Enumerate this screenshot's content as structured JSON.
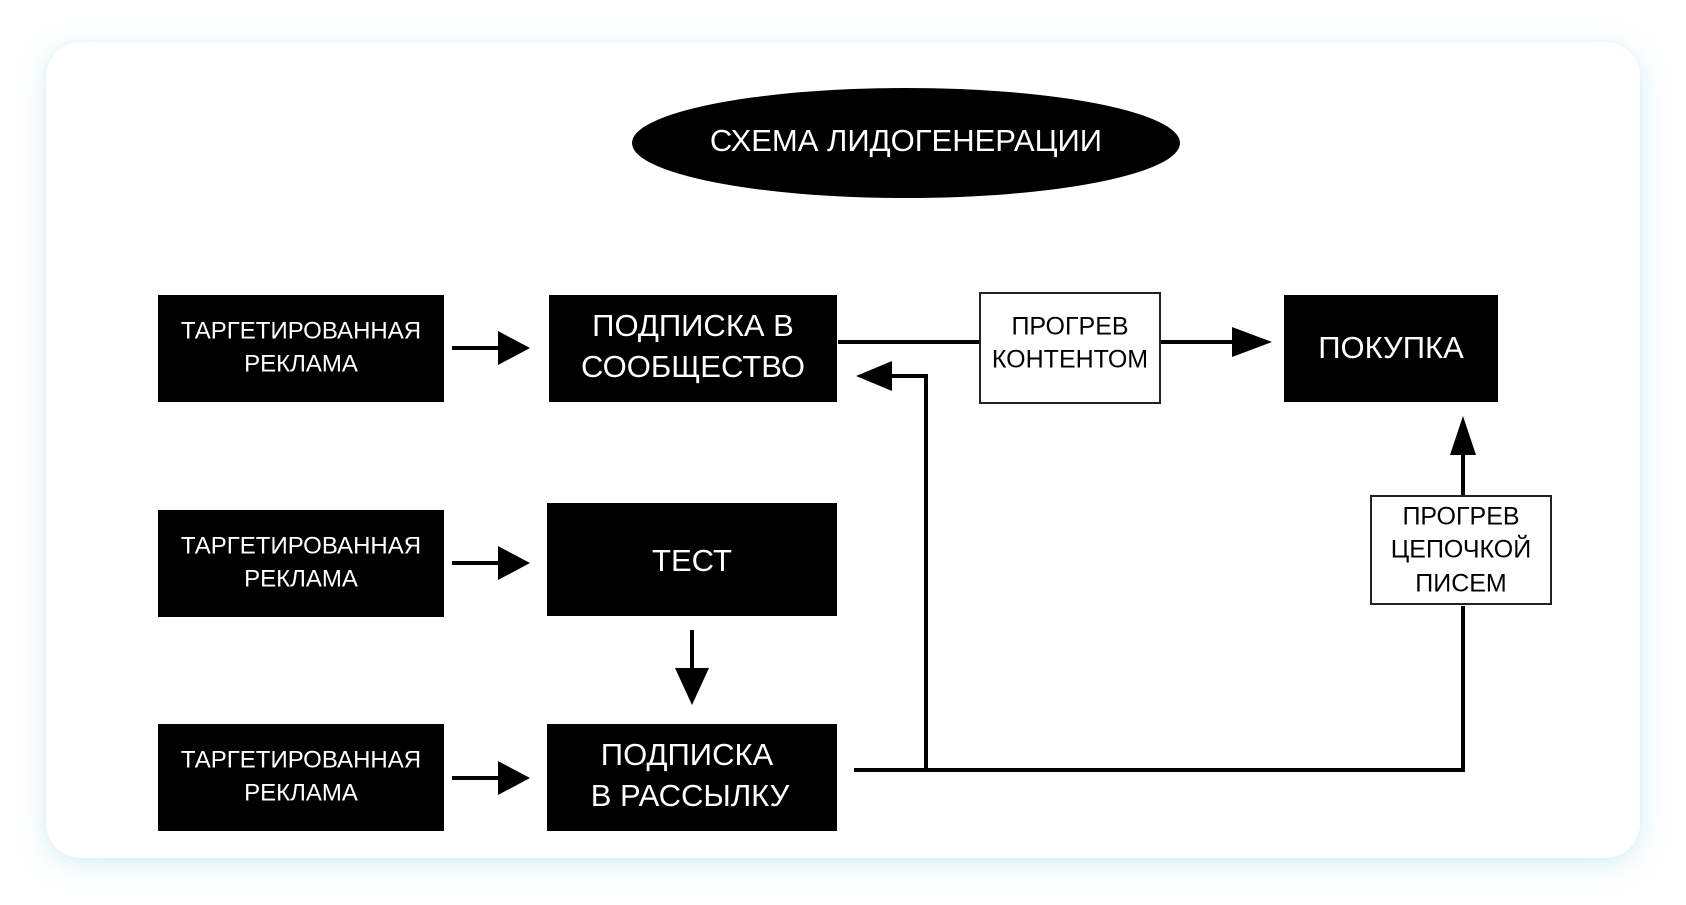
{
  "title": "СХЕМА ЛИДОГЕНЕРАЦИИ",
  "nodes": {
    "ad1": [
      "ТАРГЕТИРОВАННАЯ",
      "РЕКЛАМА"
    ],
    "ad2": [
      "ТАРГЕТИРОВАННАЯ",
      "РЕКЛАМА"
    ],
    "ad3": [
      "ТАРГЕТИРОВАННАЯ",
      "РЕКЛАМА"
    ],
    "community": [
      "ПОДПИСКА В",
      "СООБЩЕСТВО"
    ],
    "test": [
      "ТЕСТ"
    ],
    "mailing": [
      "ПОДПИСКА",
      "В РАССЫЛКУ"
    ],
    "content_warmup": [
      "ПРОГРЕВ",
      "КОНТЕНТОМ"
    ],
    "purchase": [
      "ПОКУПКА"
    ],
    "email_warmup": [
      "ПРОГРЕВ",
      "ЦЕПОЧКОЙ",
      "ПИСЕМ"
    ]
  },
  "colors": {
    "node_fill": "#000000",
    "node_text": "#ffffff",
    "note_fill": "#ffffff",
    "edge": "#000000",
    "card_shadow": "#6ec8e1"
  }
}
